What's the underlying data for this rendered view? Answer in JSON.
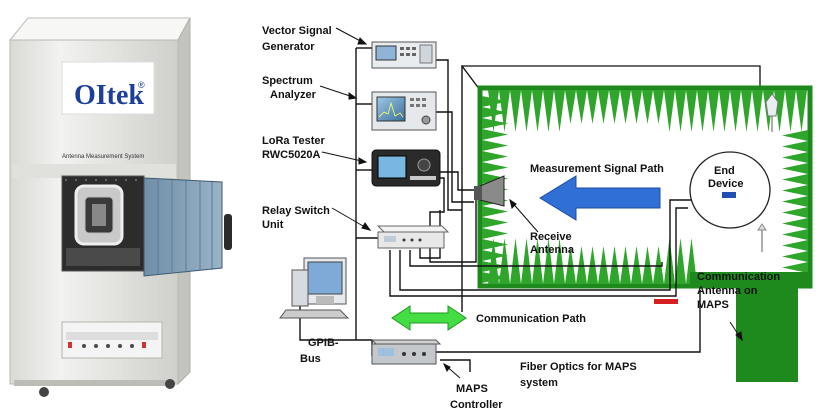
{
  "cabinet": {
    "brand": "OItek",
    "registered_mark": "®",
    "panel_label": "Antenna Measurement System"
  },
  "labels": {
    "vector_signal_generator_l1": "Vector Signal",
    "vector_signal_generator_l2": "Generator",
    "spectrum_analyzer_l1": "Spectrum",
    "spectrum_analyzer_l2": "Analyzer",
    "lora_tester_l1": "LoRa Tester",
    "lora_tester_l2": "RWC5020A",
    "relay_switch_l1": "Relay Switch",
    "relay_switch_l2": "Unit",
    "gpib_l1": "GPIB-",
    "gpib_l2": "Bus",
    "maps_controller_l1": "MAPS",
    "maps_controller_l2": "Controller",
    "measurement_signal_path": "Measurement Signal Path",
    "receive_antenna_l1": "Receive",
    "receive_antenna_l2": "Antenna",
    "end_device_l1": "End",
    "end_device_l2": "Device",
    "communication_antenna_l1": "Communication",
    "communication_antenna_l2": "Antenna on",
    "communication_antenna_l3": "MAPS",
    "communication_path": "Communication Path",
    "fiber_optics_l1": "Fiber Optics for MAPS",
    "fiber_optics_l2": "system"
  },
  "colors": {
    "absorber_green": "#2fa52c",
    "chamber_frame": "#1e8a1e",
    "blue_arrow": "#2f6fd6",
    "green_arrow": "#44dd44",
    "red_bar": "#d62020",
    "cabinet_body": "#ececea"
  }
}
